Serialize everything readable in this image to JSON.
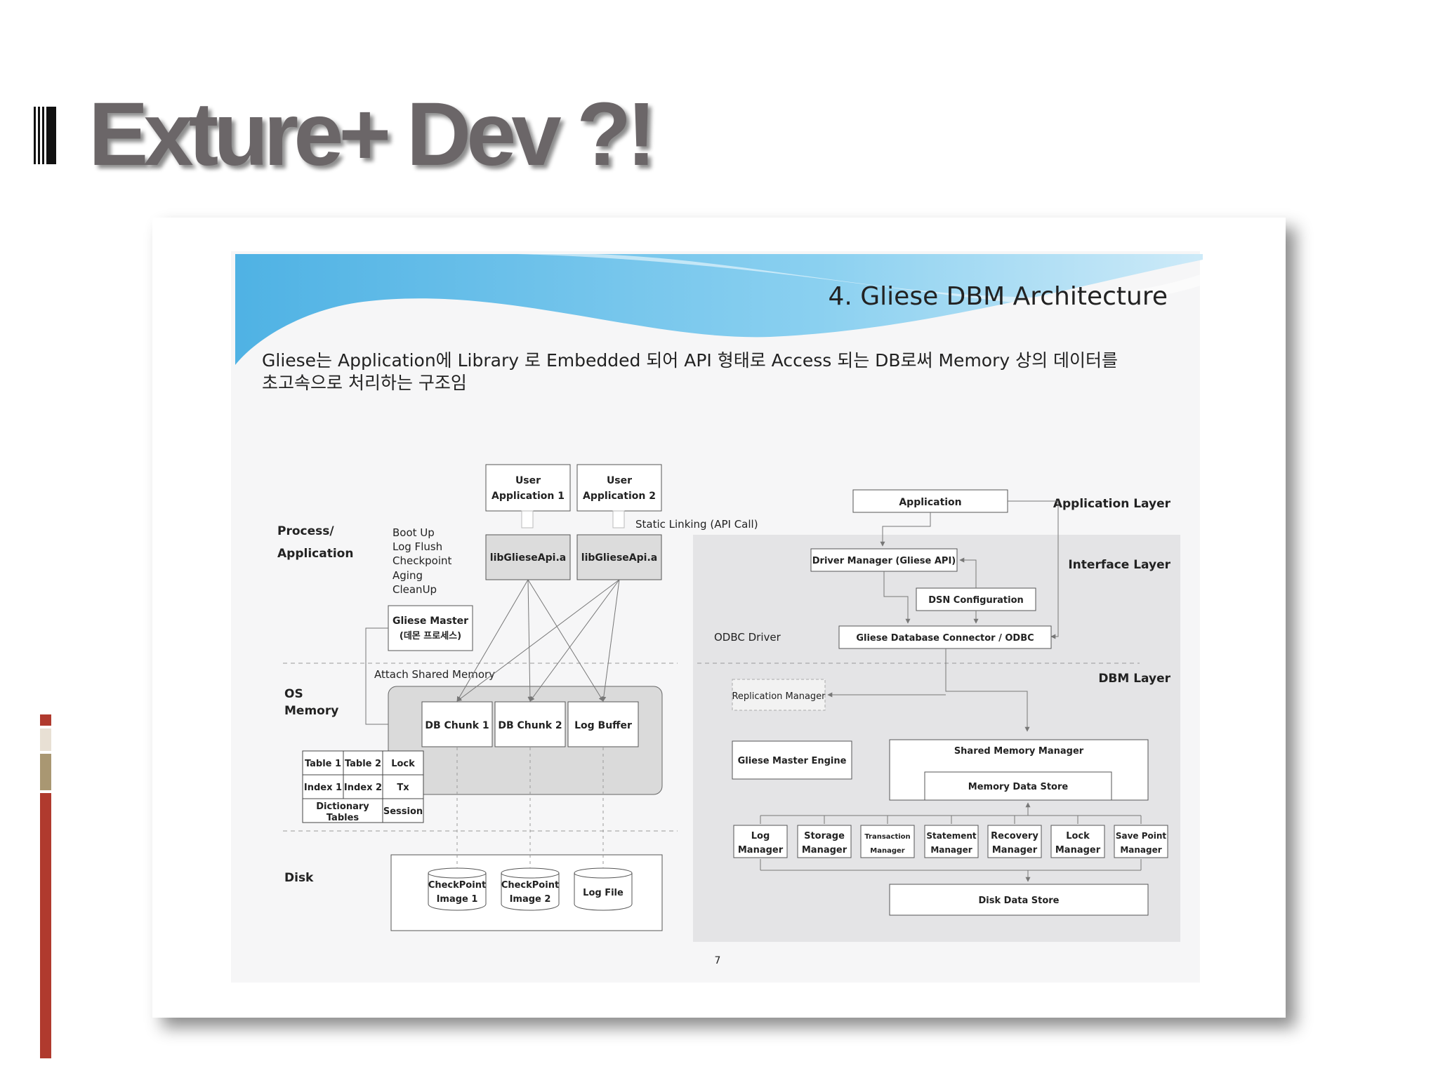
{
  "slide": {
    "title": "Exture+ Dev ?!",
    "colors": {
      "title": "#6b6668",
      "accent_red": "#b03a2e",
      "accent_tan": "#a99772",
      "accent_light": "#e8e0d4",
      "wave_blue": "#5ab8e6"
    }
  },
  "doc": {
    "banner_title": "4. Gliese DBM Architecture",
    "intro_line1": "Gliese는 Application에 Library 로 Embedded 되어 API 형태로 Access 되는 DB로써 Memory 상의 데이터를",
    "intro_line2": "초고속으로 처리하는 구조임",
    "page_number": "7"
  },
  "left": {
    "zone_process_1": "Process/",
    "zone_process_2": "Application",
    "zone_os_1": "OS",
    "zone_os_2": "Memory",
    "zone_disk": "Disk",
    "tasks": [
      "Boot Up",
      "Log Flush",
      "Checkpoint",
      "Aging",
      "CleanUp"
    ],
    "user_app1_l1": "User",
    "user_app1_l2": "Application 1",
    "user_app2_l1": "User",
    "user_app2_l2": "Application 2",
    "lib1": "libGlieseApi.a",
    "lib2": "libGlieseApi.a",
    "static_linking": "Static Linking (API Call)",
    "master_l1": "Gliese Master",
    "master_l2": "(데몬 프로세스)",
    "attach_shm": "Attach Shared Memory",
    "chunk1": "DB Chunk 1",
    "chunk2": "DB Chunk 2",
    "log_buffer": "Log Buffer",
    "grid": [
      "Table 1",
      "Table 2",
      "Lock",
      "Index 1",
      "Index 2",
      "Tx",
      "Session"
    ],
    "dict_l1": "Dictionary",
    "dict_l2": "Tables",
    "cp1_l1": "CheckPoint",
    "cp1_l2": "Image 1",
    "cp2_l1": "CheckPoint",
    "cp2_l2": "Image 2",
    "log_file": "Log File"
  },
  "right": {
    "application": "Application",
    "application_layer": "Application Layer",
    "interface_layer": "Interface Layer",
    "dbm_layer": "DBM Layer",
    "driver_manager": "Driver Manager (Gliese API)",
    "dsn_config": "DSN Configuration",
    "odbc_driver": "ODBC Driver",
    "connector": "Gliese Database Connector / ODBC",
    "replication_manager": "Replication Manager",
    "master_engine": "Gliese Master Engine",
    "shm_manager": "Shared Memory Manager",
    "memory_store": "Memory Data Store",
    "disk_store": "Disk Data Store",
    "managers": [
      {
        "l1": "Log",
        "l2": "Manager"
      },
      {
        "l1": "Storage",
        "l2": "Manager"
      },
      {
        "l1": "Transaction",
        "l2": "Manager"
      },
      {
        "l1": "Statement",
        "l2": "Manager"
      },
      {
        "l1": "Recovery",
        "l2": "Manager"
      },
      {
        "l1": "Lock",
        "l2": "Manager"
      },
      {
        "l1": "Save Point",
        "l2": "Manager"
      }
    ]
  }
}
